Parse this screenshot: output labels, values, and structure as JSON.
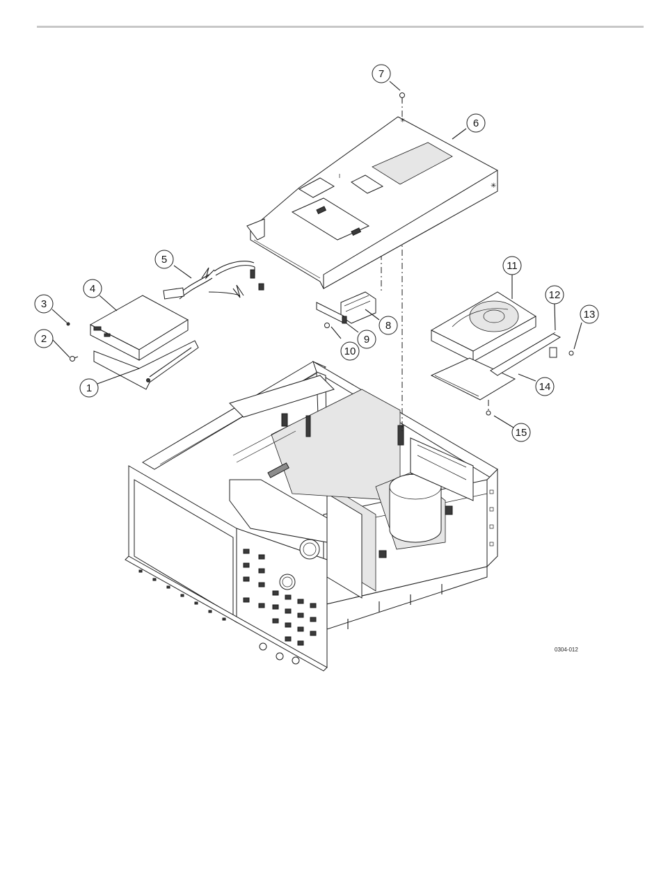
{
  "figure": {
    "code": "0304-012",
    "callouts": [
      {
        "label": "1",
        "part": "drive-bracket"
      },
      {
        "label": "2",
        "part": "screw"
      },
      {
        "label": "3",
        "part": "screw"
      },
      {
        "label": "4",
        "part": "floppy-cd-drive"
      },
      {
        "label": "5",
        "part": "ribbon-cable"
      },
      {
        "label": "6",
        "part": "drive-cover-shield"
      },
      {
        "label": "7",
        "part": "screw"
      },
      {
        "label": "8",
        "part": "connector-adapter"
      },
      {
        "label": "9",
        "part": "adapter-bracket"
      },
      {
        "label": "10",
        "part": "screw"
      },
      {
        "label": "11",
        "part": "hard-disk-drive"
      },
      {
        "label": "12",
        "part": "drive-rail"
      },
      {
        "label": "13",
        "part": "screw"
      },
      {
        "label": "14",
        "part": "drive-mounting-plate"
      },
      {
        "label": "15",
        "part": "screw"
      }
    ]
  }
}
